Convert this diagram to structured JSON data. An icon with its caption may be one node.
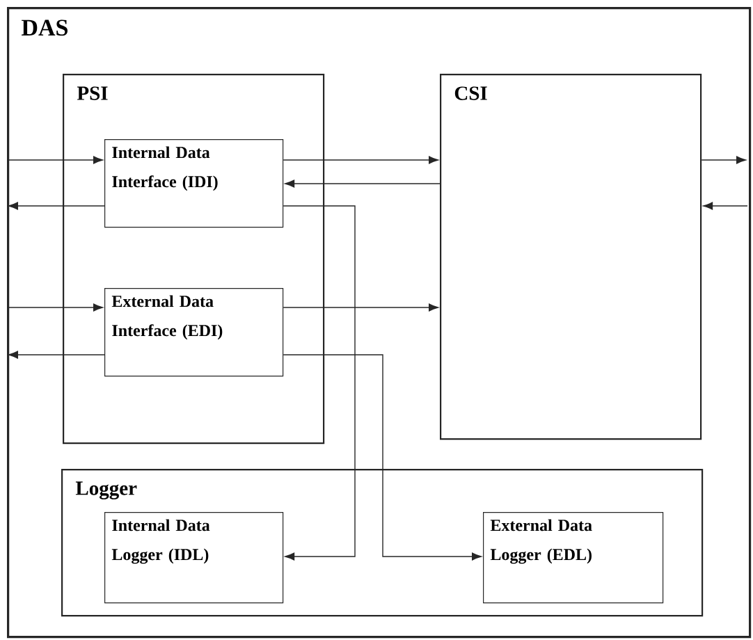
{
  "diagram": {
    "nodes": [
      {
        "text": [
          "DAS"
        ]
      },
      {
        "text": [
          "PSI"
        ],
        "in": 0
      },
      {
        "text": [
          "Internal Data Interface (IDI)"
        ],
        "in": 1
      },
      {
        "text": [
          "External Data Interface (EDI)"
        ],
        "in": 1
      },
      {
        "text": [
          "CSI"
        ],
        "in": 0
      },
      {
        "text": [
          "Logger"
        ],
        "in": 0
      },
      {
        "text": [
          "Internal Data Logger (IDL)"
        ],
        "in": 5
      },
      {
        "text": [
          "External Data Logger (EDL)"
        ],
        "in": 5
      }
    ],
    "edges": [
      {
        "from": null,
        "to": 2,
        "arrow": "to"
      },
      {
        "from": 2,
        "to": null,
        "arrow": "to"
      },
      {
        "from": 2,
        "to": 4,
        "arrow": "to"
      },
      {
        "from": 4,
        "to": 2,
        "arrow": "to"
      },
      {
        "from": 2,
        "to": 6,
        "arrow": "to"
      },
      {
        "from": null,
        "to": 3,
        "arrow": "to"
      },
      {
        "from": 3,
        "to": null,
        "arrow": "to"
      },
      {
        "from": 3,
        "to": 4,
        "arrow": "to"
      },
      {
        "from": 3,
        "to": 7,
        "arrow": "to"
      },
      {
        "from": 4,
        "to": null,
        "arrow": "to"
      },
      {
        "from": null,
        "to": 4,
        "arrow": "to"
      }
    ]
  }
}
